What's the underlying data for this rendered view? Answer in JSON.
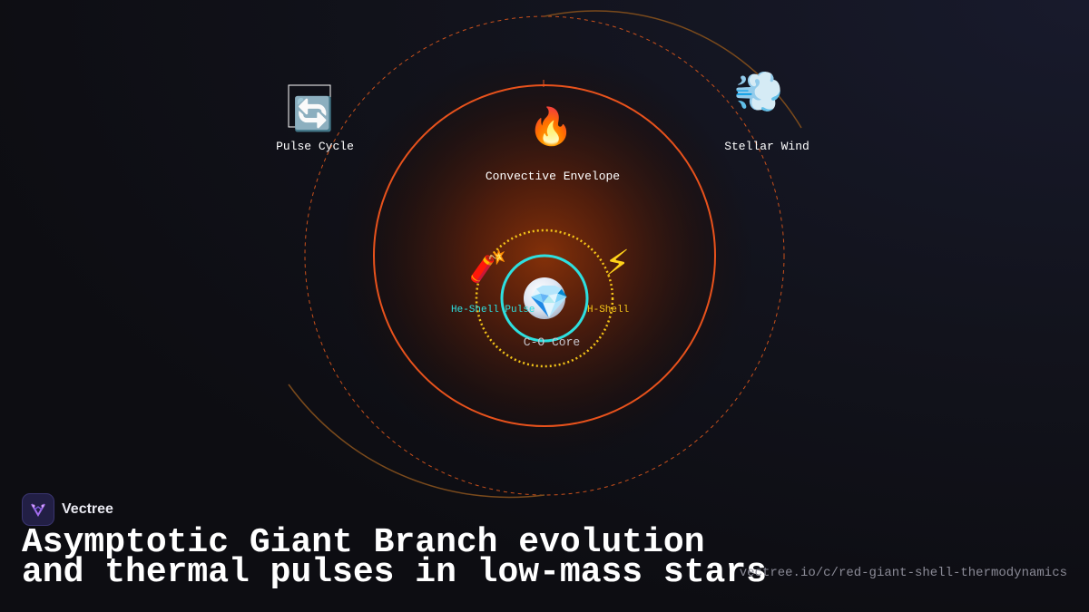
{
  "diagram": {
    "nodes": {
      "pulse_cycle": {
        "icon": "counterclockwise-arrows-icon",
        "glyph": "🔄",
        "label": "Pulse Cycle"
      },
      "stellar_wind": {
        "icon": "wind-face-icon",
        "glyph": "💨",
        "label": "Stellar Wind"
      },
      "convective_envelope": {
        "icon": "fire-icon",
        "glyph": "🔥",
        "label": "Convective Envelope"
      },
      "he_shell": {
        "icon": "firecracker-icon",
        "glyph": "🧨",
        "label": "He-Shell Pulse"
      },
      "h_shell": {
        "icon": "lightning-icon",
        "glyph": "⚡",
        "label": "H-Shell"
      },
      "core": {
        "icon": "gem-icon",
        "glyph": "💎",
        "label": "C-O Core"
      }
    },
    "colors": {
      "envelope": "#e8521c",
      "he_shell": "#2de0e0",
      "h_shell": "#f5c518",
      "orbit": "#c8501c",
      "wind_arc": "#7a4a1c"
    }
  },
  "brand": {
    "name": "Vectree"
  },
  "title": {
    "line1": "Asymptotic Giant Branch evolution",
    "line2": "and thermal pulses in low-mass stars"
  },
  "url": "vectree.io/c/red-giant-shell-thermodynamics"
}
